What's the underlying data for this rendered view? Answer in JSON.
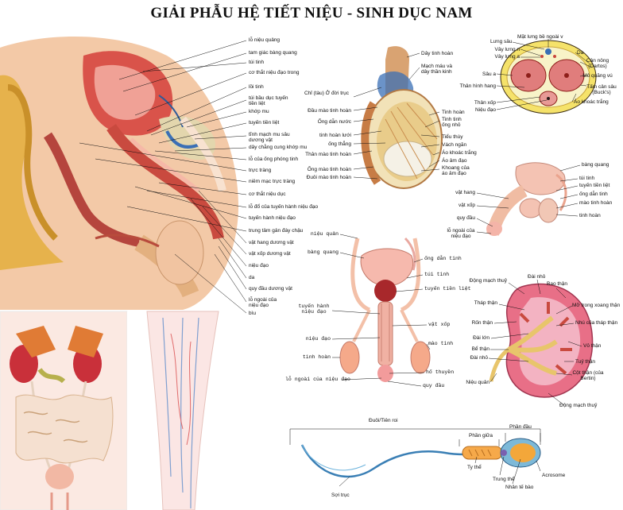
{
  "title": "GIẢI PHẪU HỆ TIẾT NIỆU - SINH DỤC NAM",
  "sagittal": {
    "labels": [
      "lỗ niệu quảng",
      "tam giác bàng quang",
      "túi tinh",
      "cơ thắt niệu đạo trong",
      "lồi tinh",
      "túi bầu dục tuyến tiền liệt",
      "khớp mu",
      "tuyến tiền liệt",
      "tĩnh mạch mu sâu dương vật",
      "dây chằng cung khớp mu",
      "lỗ của ống phóng tinh",
      "trực tràng",
      "niêm mạc trực tràng",
      "cơ thắt niệu dục",
      "lỗ đổ của tuyến hành niệu đạo",
      "tuyến hành niệu đạo",
      "trung tâm gân đáy chậu",
      "vật hang dương vật",
      "vật xốp dương vật",
      "niệu đạo",
      "da",
      "quy đầu dương vật",
      "lỗ ngoài của niệu đạo",
      "bìu"
    ]
  },
  "testis": {
    "right": [
      "Dây tinh hoàn",
      "Mạch máu và dây thần kinh",
      "Tinh hoàn",
      "Tinh tinh ống nhỏ",
      "Tiểu thùy",
      "Vách ngăn",
      "Áo khoác trắng",
      "Áo âm đạo",
      "Khoang của áo âm đạo"
    ],
    "left": [
      "Chỉ (tàu) Ở đời trục",
      "Đầu mào tinh hoàn",
      "Ống dẫn nước",
      "tinh hoàn lưới",
      "ống thẳng",
      "Thân mào tinh hoàn",
      "Ống mào tinh hoàn",
      "Đuôi mào tinh hoàn"
    ]
  },
  "cross": {
    "top": [
      "Lưng sâu",
      "Mặt lưng bề ngoài v"
    ],
    "left": [
      "Vây lưng n",
      "Vây lưng a",
      "Sâu a",
      "Thân hình hang",
      "Thân xốp",
      "Niệu đạo"
    ],
    "right": [
      "Da",
      "Cân nông (Dartos)",
      "Mô quăng vú",
      "Tấm cân sâu (Buck's)",
      "Áo khoác trắng"
    ]
  },
  "side": {
    "labels": [
      "bàng quang",
      "túi tinh",
      "tuyến tiền liệt",
      "ống dẫn tinh",
      "mào tinh hoàn",
      "tinh hoàn",
      "vật hang",
      "vật xốp",
      "quy đầu",
      "lỗ ngoài của niệu đạo"
    ]
  },
  "frontal": {
    "left": [
      "niệu quản",
      "bàng quang",
      "tuyến hành niệu đạo",
      "niệu đạo",
      "tinh hoàn",
      "lỗ ngoài của niệu đạo"
    ],
    "right": [
      "ống dẫn tinh",
      "túi tinh",
      "tuyến tiền liệt",
      "vật xốp",
      "mào tinh",
      "hố thuyền",
      "quy đầu"
    ]
  },
  "kidney": {
    "top": [
      "Đài nhỏ",
      "Bao thận"
    ],
    "left": [
      "Động mạch thuỷ",
      "Tháp thận",
      "Rốn thận",
      "Đài lớn",
      "Bể thận",
      "Đài nhỏ",
      "Niệu quản"
    ],
    "right": [
      "Mỡ trong xoang thận",
      "Nhú của tháp thận",
      "Vỏ thận",
      "Tuỷ thận",
      "Cột thận (của Bertin)",
      "Động mạch thuỷ"
    ]
  },
  "sperm": {
    "labels": [
      "Đuôi/Tiên roi",
      "Phần giữa",
      "Phần đầu",
      "Ty thể",
      "Trung thể",
      "Nhân tế bào",
      "Acrosome",
      "Sợi trục"
    ]
  },
  "colors": {
    "flesh": "#f2c7a4",
    "red": "#c9463d",
    "darkred": "#8e1f1a",
    "yellow": "#f2d25b",
    "blue": "#3a6fb5",
    "cream": "#f7e5c8"
  }
}
